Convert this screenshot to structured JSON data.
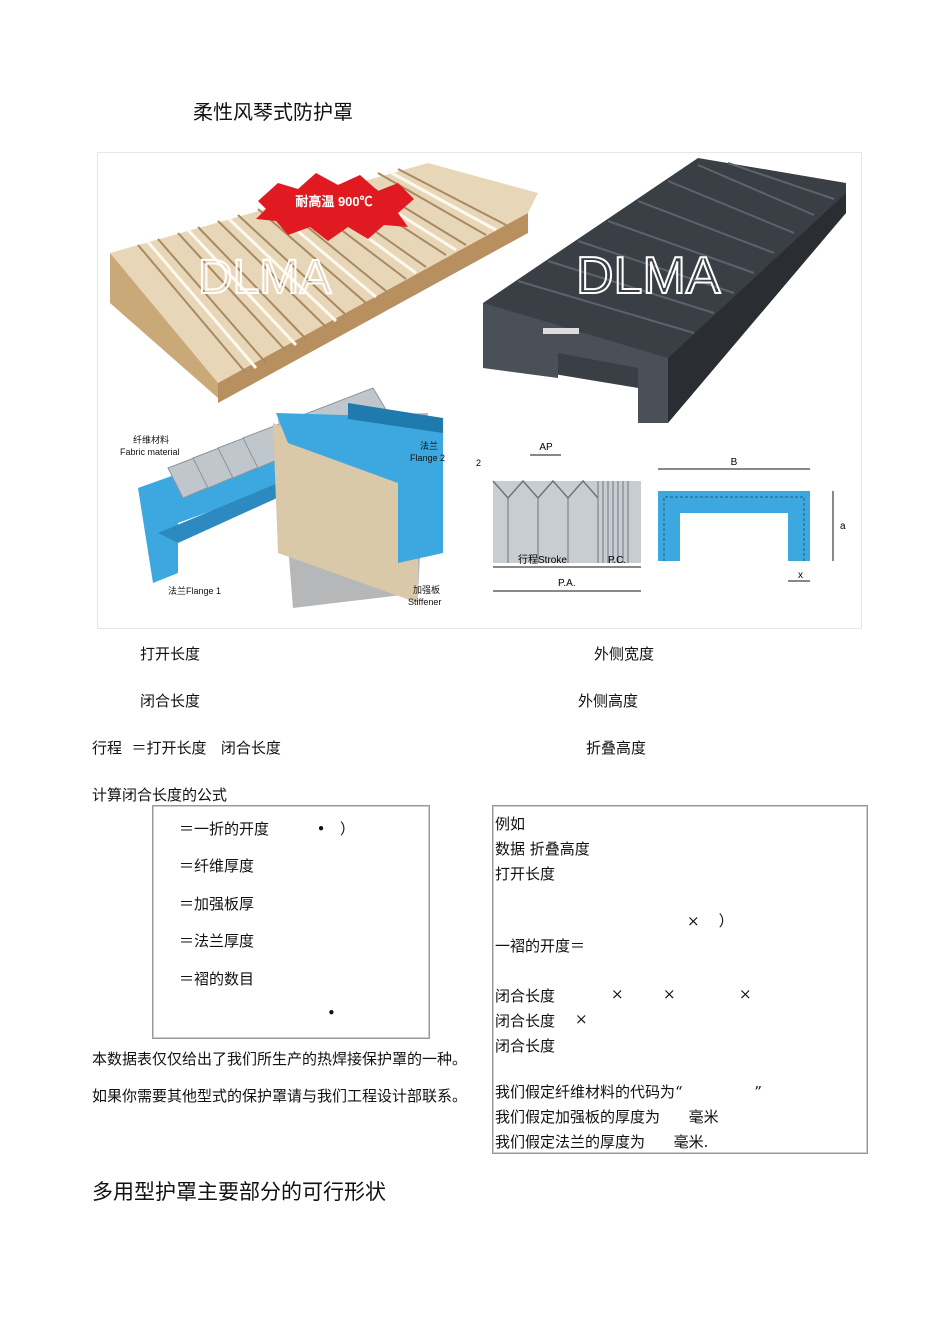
{
  "doc": {
    "title": "柔性风琴式防护罩",
    "heading2": "多用型护罩主要部分的可行形状"
  },
  "figure": {
    "badge": "耐高温 900℃",
    "watermark_left": "DLMA",
    "watermark_right": "DLMA",
    "fabric_cn": "纤维材料",
    "fabric_en": "Fabric material",
    "flange2_cn": "法兰",
    "flange2_en": "Flange 2",
    "flange1": "法兰Flange 1",
    "stiffener_cn": "加强板",
    "stiffener_en": "Stiffener",
    "ap": "AP",
    "fold_dim": "2",
    "stroke": "行程Stroke",
    "pc": "P.C.",
    "pa": "P.A.",
    "b": "B",
    "a": "a",
    "x": "x"
  },
  "labels": {
    "open_length": "打开长度",
    "outer_width": "外侧宽度",
    "closed_length": "闭合长度",
    "outer_height": "外侧高度",
    "stroke_formula": "行程  ＝打开长度   闭合长度",
    "fold_height": "折叠高度",
    "formula_title": "计算闭合长度的公式"
  },
  "formula_box": {
    "lines": [
      "＝一折的开度          •   ）",
      "＝纤维厚度",
      "＝加强板厚",
      "＝法兰厚度",
      "＝褶的数目"
    ],
    "dot": "•"
  },
  "note": {
    "line1": "本数据表仅仅给出了我们所生产的热焊接保护罩的一种。",
    "line2": "如果你需要其他型式的保护罩请与我们工程设计部联系。"
  },
  "example_box": {
    "l1": "例如",
    "l2": "数据  折叠高度",
    "l3": "打开长度",
    "l4": "×    ）",
    "l5": "一褶的开度＝",
    "l6a": "闭合长度",
    "l6b": "×",
    "l6c": "×",
    "l6d": "×",
    "l7a": "闭合长度",
    "l7b": "×",
    "l8": "闭合长度",
    "l9": "我们假定纤维材料的代码为“               ”",
    "l10": "我们假定加强板的厚度为      毫米",
    "l11": "我们假定法兰的厚度为      毫米."
  }
}
